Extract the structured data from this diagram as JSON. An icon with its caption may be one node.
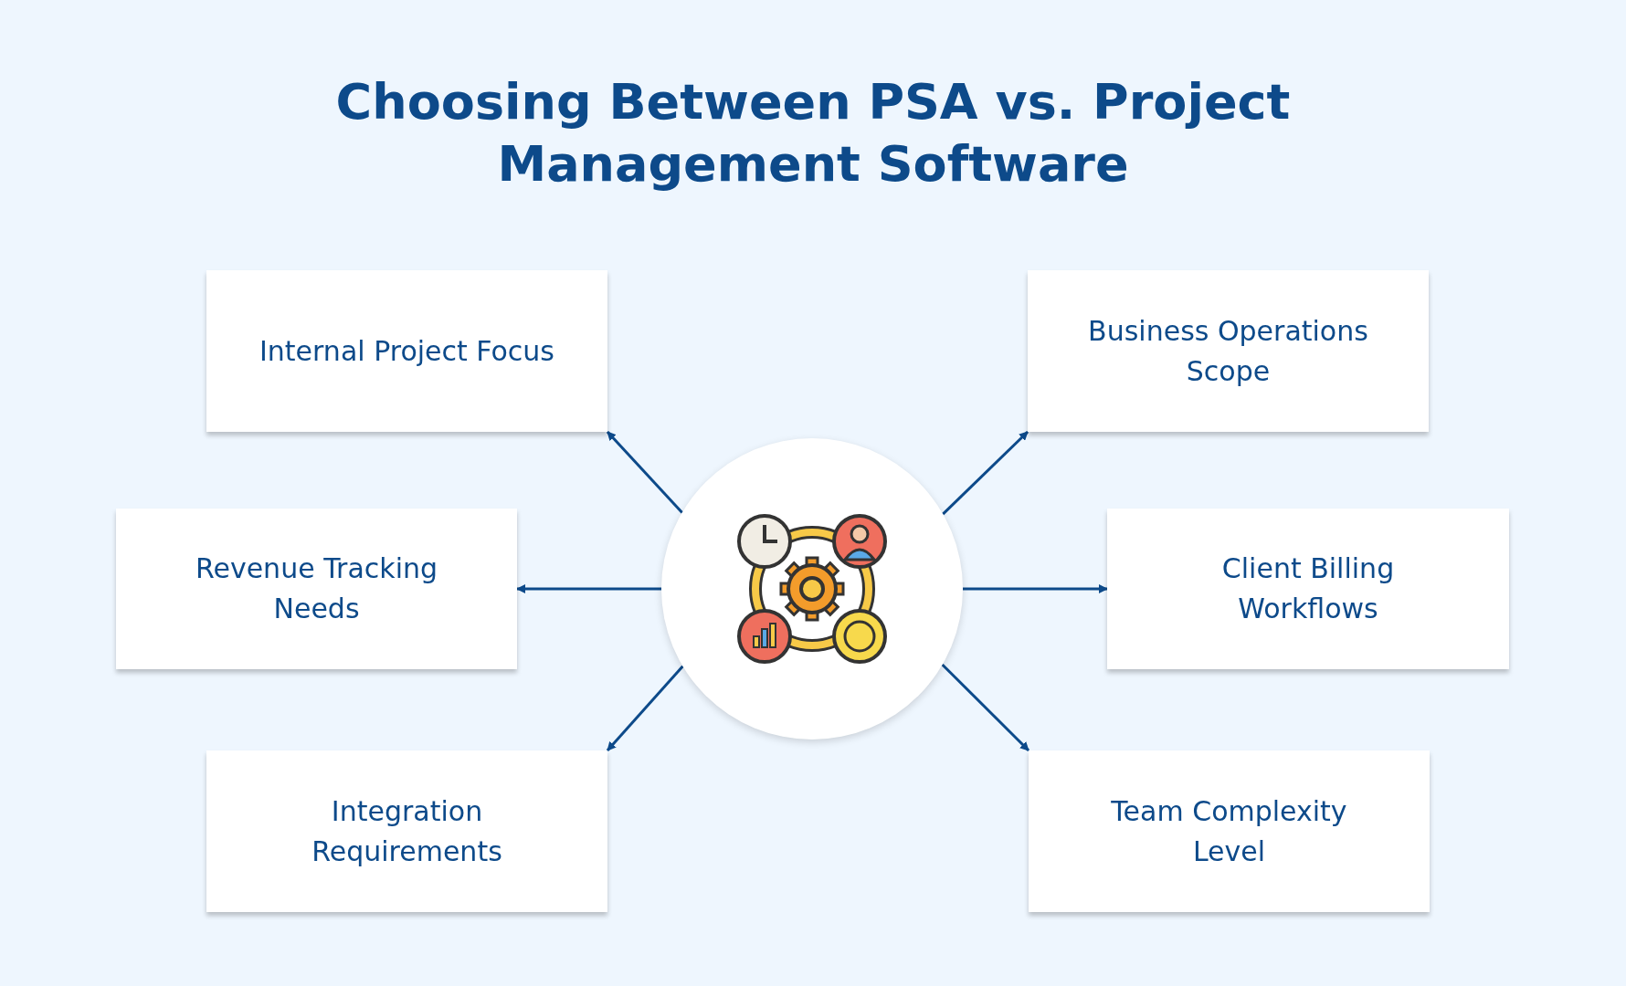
{
  "diagram": {
    "title": "Choosing Between PSA vs. Project Management Software",
    "nodes": [
      {
        "text": [],
        "shape": "circle"
      },
      {
        "text": [
          "Internal Project Focus"
        ]
      },
      {
        "text": [
          "Business Operations Scope"
        ]
      },
      {
        "text": [
          "Revenue Tracking Needs"
        ]
      },
      {
        "text": [
          "Client Billing Workflows"
        ]
      },
      {
        "text": [
          "Integration Requirements"
        ]
      },
      {
        "text": [
          "Team Complexity Level"
        ]
      }
    ],
    "edges": [
      {
        "from": 0,
        "to": 1,
        "arrow": "to"
      },
      {
        "from": 0,
        "to": 2,
        "arrow": "to"
      },
      {
        "from": 0,
        "to": 3,
        "arrow": "to"
      },
      {
        "from": 0,
        "to": 4,
        "arrow": "to"
      },
      {
        "from": 0,
        "to": 5,
        "arrow": "to"
      },
      {
        "from": 0,
        "to": 6,
        "arrow": "to"
      }
    ]
  }
}
